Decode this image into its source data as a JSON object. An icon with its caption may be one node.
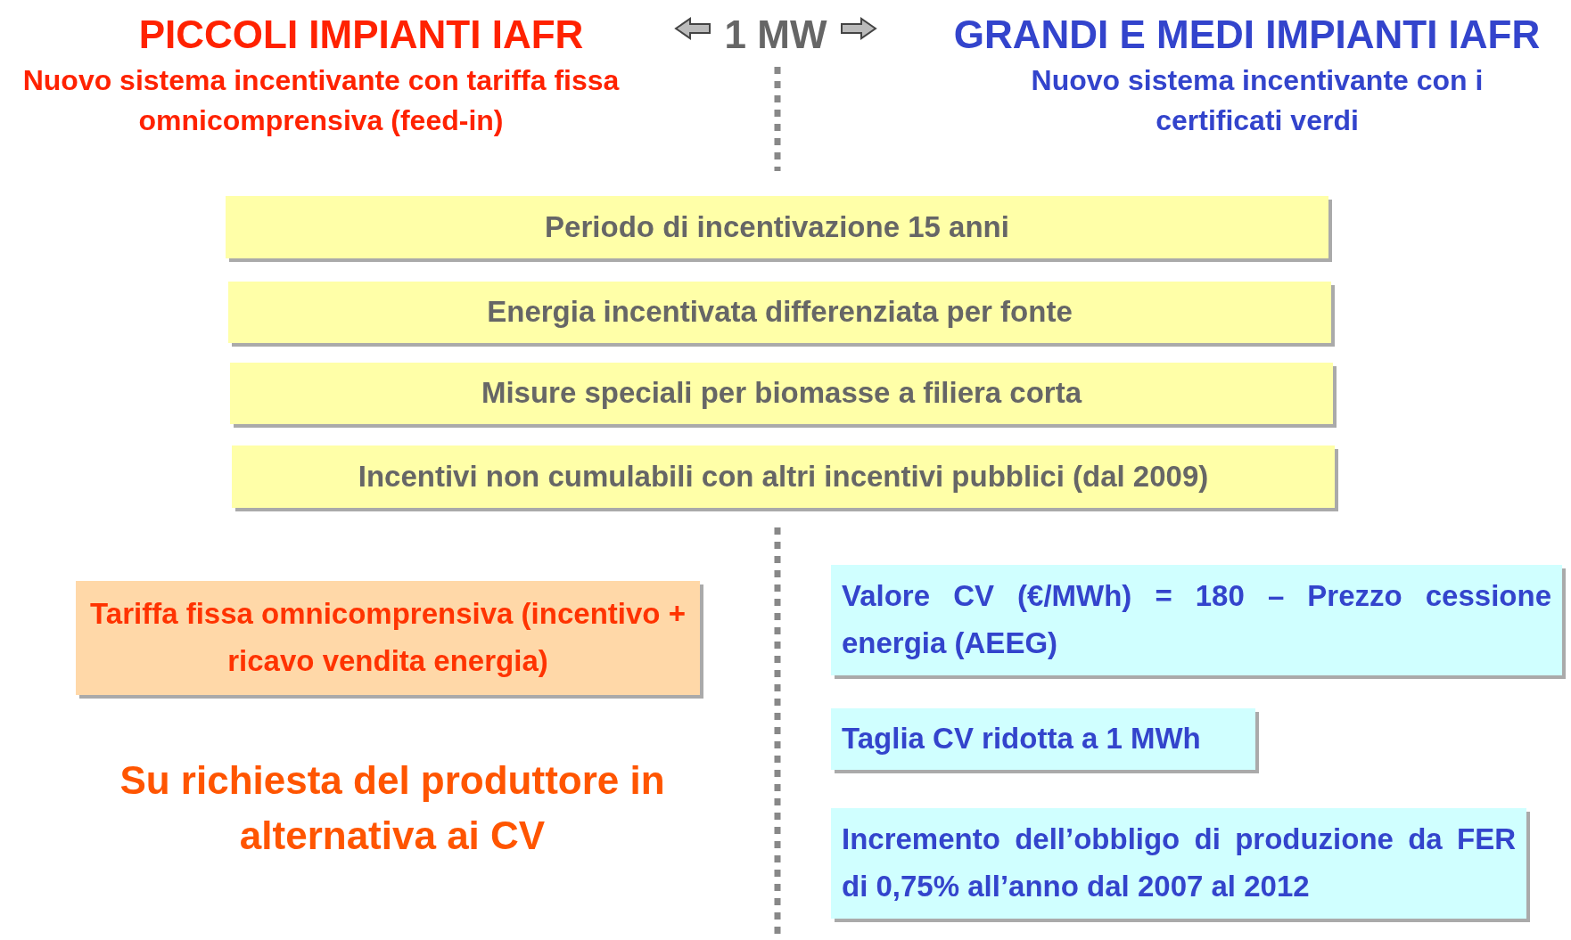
{
  "diagram": {
    "nodes": [
      {
        "text": [
          "Periodo di incentivazione 15 anni"
        ]
      },
      {
        "text": [
          "Energia incentivata differenziata per fonte"
        ]
      },
      {
        "text": [
          "Misure speciali per biomasse a filiera corta"
        ]
      },
      {
        "text": [
          "Incentivi non cumulabili con altri incentivi pubblici (dal 2009)"
        ]
      },
      {
        "text": [
          "Tariffa fissa omnicomprensiva (incentivo + ricavo vendita energia)"
        ]
      },
      {
        "text": [
          "Valore CV (€/MWh) = 180 – Prezzo cessione energia (AEEG)"
        ]
      },
      {
        "text": [
          "Taglia CV ridotta a 1 MWh"
        ]
      },
      {
        "text": [
          "Incremento dell’obbligo di produzione da FER di 0,75% all’anno dal 2007 al 2012"
        ]
      }
    ],
    "labels": [
      "PICCOLI IMPIANTI IAFR",
      "1 MW",
      "GRANDI E MEDI IMPIANTI IAFR",
      "Nuovo sistema incentivante con tariffa fissa omnicomprensiva (feed-in)",
      "Nuovo sistema incentivante con i certificati verdi",
      "Su richiesta del produttore in alternativa ai CV"
    ]
  }
}
